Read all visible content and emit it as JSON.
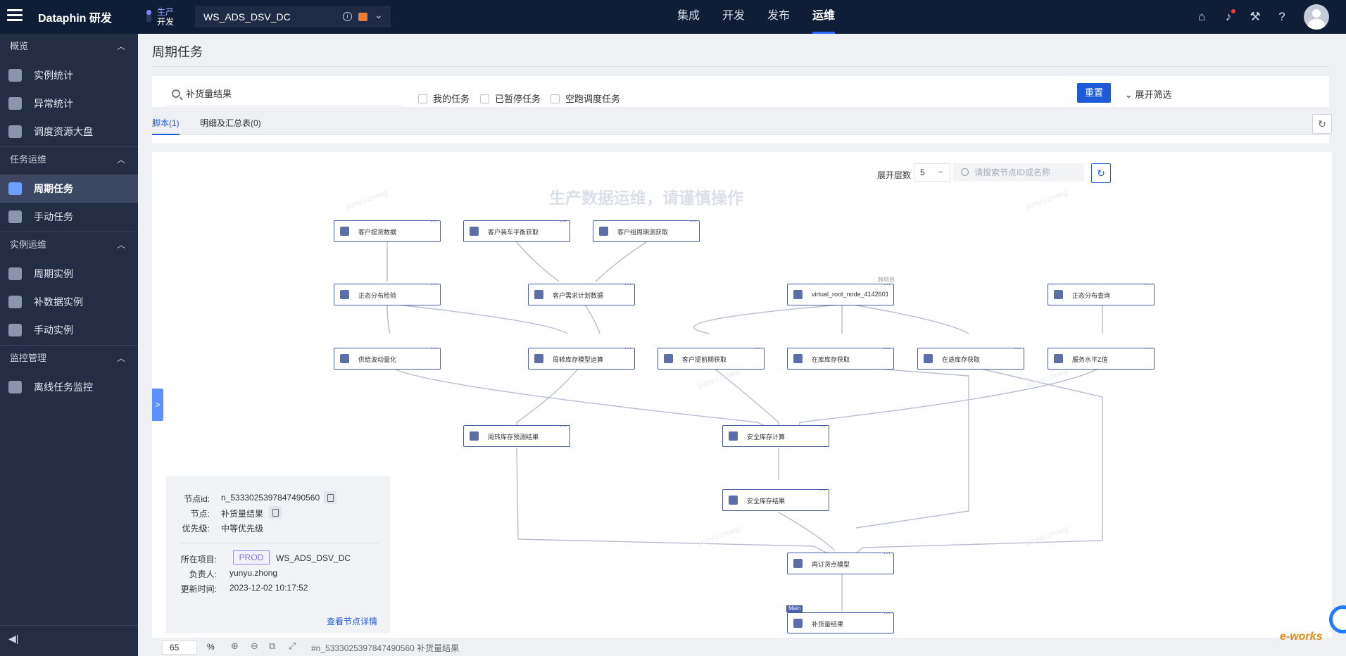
{
  "topbar": {
    "brand": "Dataphin 研发",
    "env_line1": "生产",
    "env_line2": "开发",
    "project": "WS_ADS_DSV_DC",
    "nav": [
      "集成",
      "开发",
      "发布",
      "运维"
    ],
    "active_nav": "运维",
    "colors": {
      "bg": "#101d37",
      "accent": "#2f6bff"
    }
  },
  "sidebar": {
    "sections": [
      {
        "title": "概览",
        "items": [
          "实例统计",
          "异常统计",
          "调度资源大盘"
        ]
      },
      {
        "title": "任务运维",
        "items": [
          "周期任务",
          "手动任务"
        ]
      },
      {
        "title": "实例运维",
        "items": [
          "周期实例",
          "补数据实例",
          "手动实例"
        ]
      },
      {
        "title": "监控管理",
        "items": [
          "离线任务监控"
        ]
      }
    ],
    "active_item": "周期任务"
  },
  "page": {
    "title": "周期任务",
    "search_value": "补货量结果",
    "filters": [
      "我的任务",
      "已暂停任务",
      "空跑调度任务"
    ],
    "reset_label": "重置",
    "expand_label": "展开筛选",
    "tabs": [
      "脚本(1)",
      "明细及汇总表(0)"
    ]
  },
  "canvas": {
    "level_label": "展开层数",
    "level_value": "5",
    "node_search_placeholder": "请搜索节点ID或名称",
    "warning": "生产数据运维，请谨慎操作",
    "watermark": "yunyu.zhong",
    "project_tag": "跨项目",
    "main_tag": "Main",
    "nodes": [
      "客户提货数据",
      "客户装车平衡获取",
      "客户组周期测获取",
      "正态分布检验",
      "客户需求计划数据",
      "virtual_root_node_4142601…",
      "正态分布查询",
      "供给波动量化",
      "周转库存模型运算",
      "客户提前期获取",
      "在库库存获取",
      "在途库存获取",
      "服务水平Z值",
      "周转库存预测结果",
      "安全库存计算",
      "安全库存结果",
      "再订货点模型",
      "补货量结果"
    ]
  },
  "info": {
    "node_id_label": "节点id:",
    "node_id": "n_5333025397847490560",
    "node_label": "节点:",
    "node_name": "补货量结果",
    "priority_label": "优先级:",
    "priority": "中等优先级",
    "project_label": "所在项目:",
    "project_env": "PROD",
    "project_name": "WS_ADS_DSV_DC",
    "owner_label": "负责人:",
    "owner": "yunyu.zhong",
    "updated_label": "更新时间:",
    "updated": "2023-12-02 10:17:52",
    "detail_link": "查看节点详情"
  },
  "bottombar": {
    "zoom": "65",
    "zoom_unit": "%",
    "path": "#n_5333025397847490560 补货量结果"
  },
  "logo_text": "e-works"
}
